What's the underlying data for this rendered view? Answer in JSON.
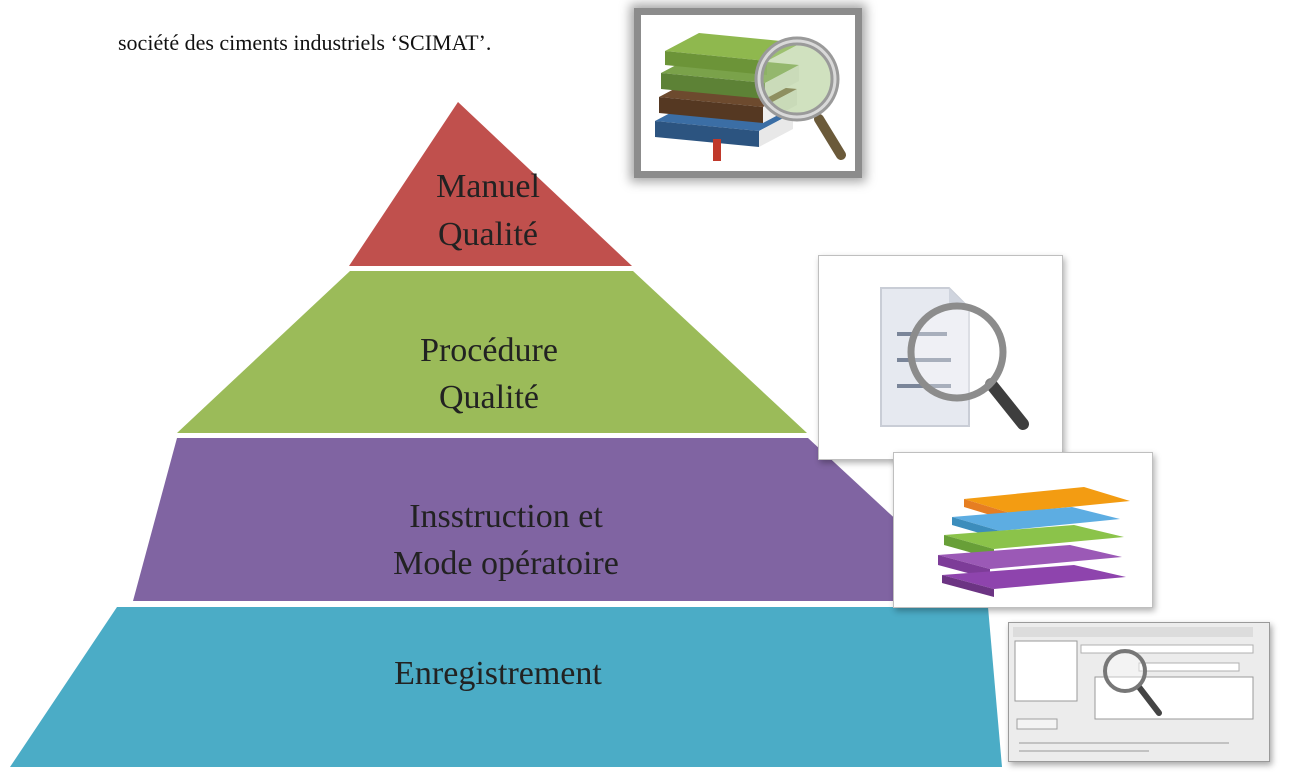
{
  "intro_text": "société des ciments industriels ‘SCIMAT’.",
  "pyramid": [
    {
      "lines": [
        "Manuel",
        "Qualité"
      ],
      "color": "#c0504d"
    },
    {
      "lines": [
        "Procédure",
        "Qualité"
      ],
      "color": "#9bbb59"
    },
    {
      "lines": [
        "Insstruction et",
        "Mode opératoire"
      ],
      "color": "#8064a2"
    },
    {
      "lines": [
        "Enregistrement"
      ],
      "color": "#4bacc6"
    }
  ],
  "icons": [
    "books-magnifier-icon",
    "document-magnifier-icon",
    "book-stack-icon",
    "dialog-magnifier-icon"
  ]
}
